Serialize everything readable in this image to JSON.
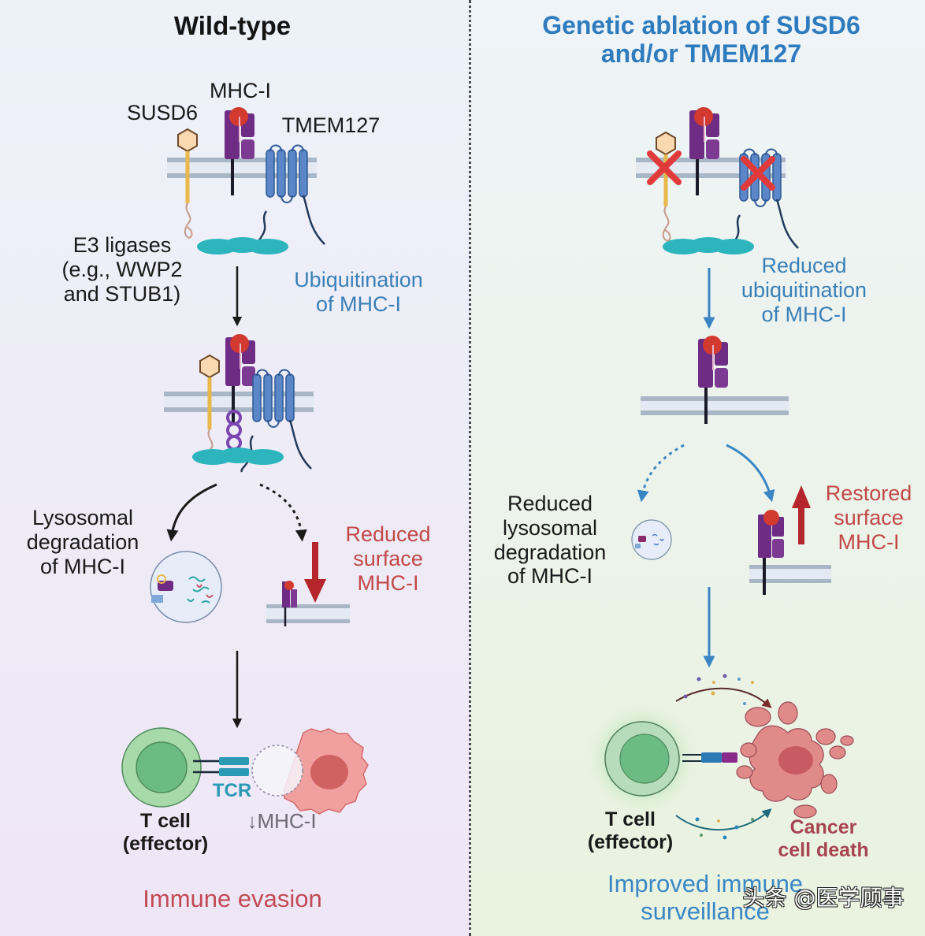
{
  "wild_type": {
    "title": "Wild-type",
    "labels": {
      "susd6": "SUSD6",
      "mhc": "MHC-I",
      "tmem127": "TMEM127",
      "e3_ligases": "E3 ligases\n(e.g., WWP2\nand STUB1)",
      "ubiquitination": "Ubiquitination\nof MHC-I",
      "lysosomal": "Lysosomal\ndegradation\nof MHC-I",
      "reduced_surface": "Reduced\nsurface\nMHC-I",
      "tcr": "TCR",
      "t_cell": "T cell\n(effector)",
      "mhc_down": "↓MHC-I",
      "outcome": "Immune evasion"
    }
  },
  "ablation": {
    "title": "Genetic ablation of SUSD6\nand/or TMEM127",
    "labels": {
      "reduced_ubiquitination": "Reduced\nubiquitination\nof MHC-I",
      "reduced_lysosomal": "Reduced\nlysosomal\ndegradation\nof MHC-I",
      "restored_surface": "Restored\nsurface\nMHC-I",
      "t_cell": "T cell\n(effector)",
      "cancer_death": "Cancer\ncell death",
      "outcome": "Improved immune\nsurveillance"
    }
  },
  "watermark": "头条 @医学顾事",
  "colors": {
    "mhc_purple": "#6e2c85",
    "peptide_red": "#d23a30",
    "susd6_gold": "#e8b84a",
    "tmem127_blue": "#5b86c8",
    "e3_teal": "#2cb5bd",
    "membrane_gray": "#a9b6c6",
    "arrow_blue": "#3a86c4",
    "arrow_red": "#b4262b",
    "knockout_red": "#e03a3a"
  }
}
